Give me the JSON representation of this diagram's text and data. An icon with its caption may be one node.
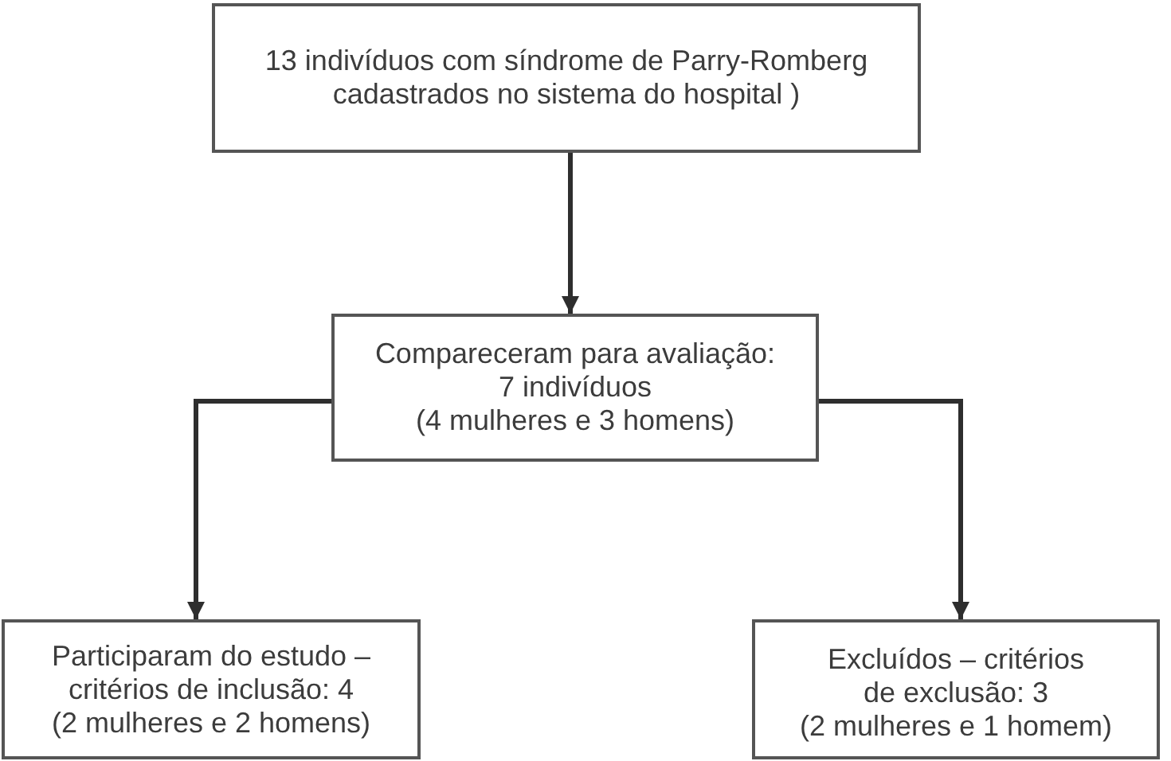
{
  "diagram": {
    "nodes": [
      {
        "text": [
          "13 indivíduos com síndrome de Parry-Romberg cadastrados no sistema do hospital )"
        ]
      },
      {
        "text": [
          "Compareceram para avaliação: 7 indivíduos",
          "(4 mulheres e 3 homens)"
        ]
      },
      {
        "text": [
          "Participaram do estudo – critérios de inclusão: 4",
          "(2 mulheres e 2 homens)"
        ]
      },
      {
        "text": [
          "Excluídos – critérios de exclusão: 3",
          "(2 mulheres e 1 homem)"
        ]
      }
    ],
    "edges": [
      {
        "from": 0,
        "to": 1,
        "arrow": "to"
      },
      {
        "from": 1,
        "to": 2,
        "arrow": "to"
      },
      {
        "from": 1,
        "to": 3,
        "arrow": "to"
      }
    ]
  }
}
